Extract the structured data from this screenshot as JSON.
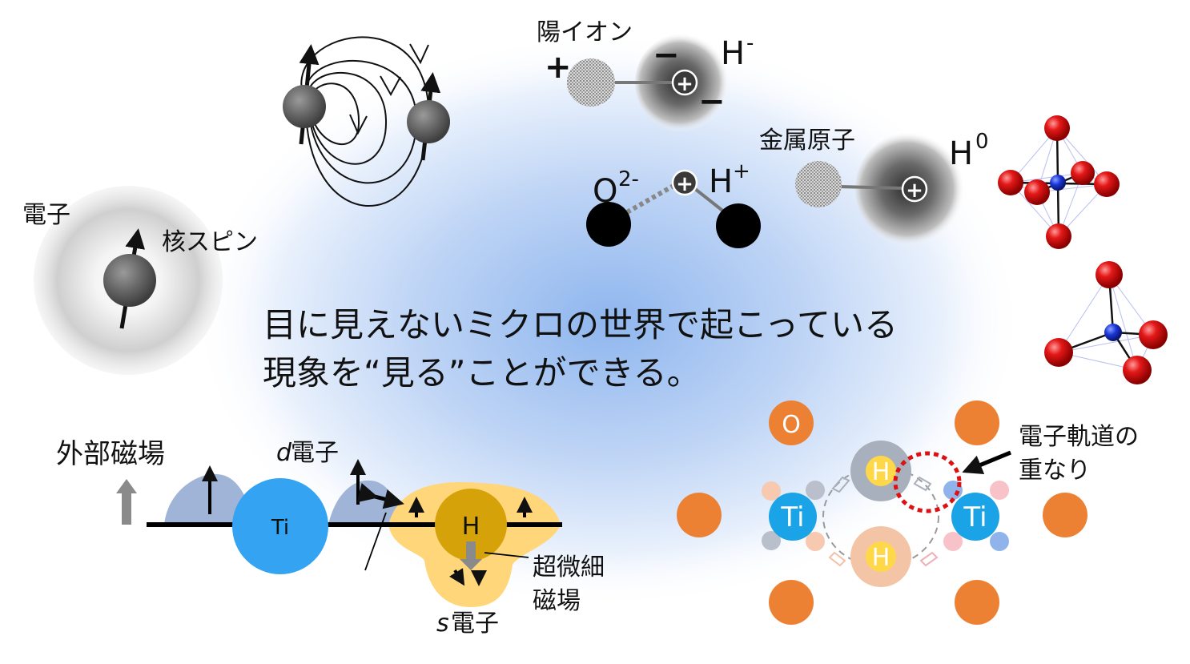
{
  "main_message": {
    "line1": "目に見えないミクロの世界で起こっている",
    "line2": "現象を“見る”ことができる。"
  },
  "nuclear_spin": {
    "electron_label": "電子",
    "spin_label": "核スピン"
  },
  "ion_species": {
    "cation_label": "陽イオン",
    "hydride_label": "H",
    "hydride_charge": "-",
    "proton_label": "H",
    "proton_charge": "+",
    "oxygen_label": "O",
    "oxygen_charge": "2-",
    "metal_atom_label": "金属原子",
    "neutral_h_label": "H",
    "neutral_h_charge": "0",
    "plus_sign": "+",
    "minus_sign": "−"
  },
  "hyperfine_diagram": {
    "external_field_label": "外部磁場",
    "d_electron_italic": "d",
    "d_electron_label": "電子",
    "ti_label": "Ti",
    "h_label": "H",
    "hyperfine_line1": "超微細",
    "hyperfine_line2": "磁場",
    "s_electron_italic": "s",
    "s_electron_label": "電子"
  },
  "orbital_overlap": {
    "oxygen_label": "O",
    "ti_left": "Ti",
    "ti_right": "Ti",
    "h_top": "H",
    "h_bottom": "H",
    "overlap_line1": "電子軌道の",
    "overlap_line2": "重なり"
  },
  "colors": {
    "oxygen_orange": "#ec8134",
    "titanium_blue": "#1aa3e6",
    "hydrogen_gold": "#d9a300",
    "crystal_red": "#e01010",
    "crystal_blue": "#1030d0",
    "glow_blue": "#a9c6f2"
  }
}
